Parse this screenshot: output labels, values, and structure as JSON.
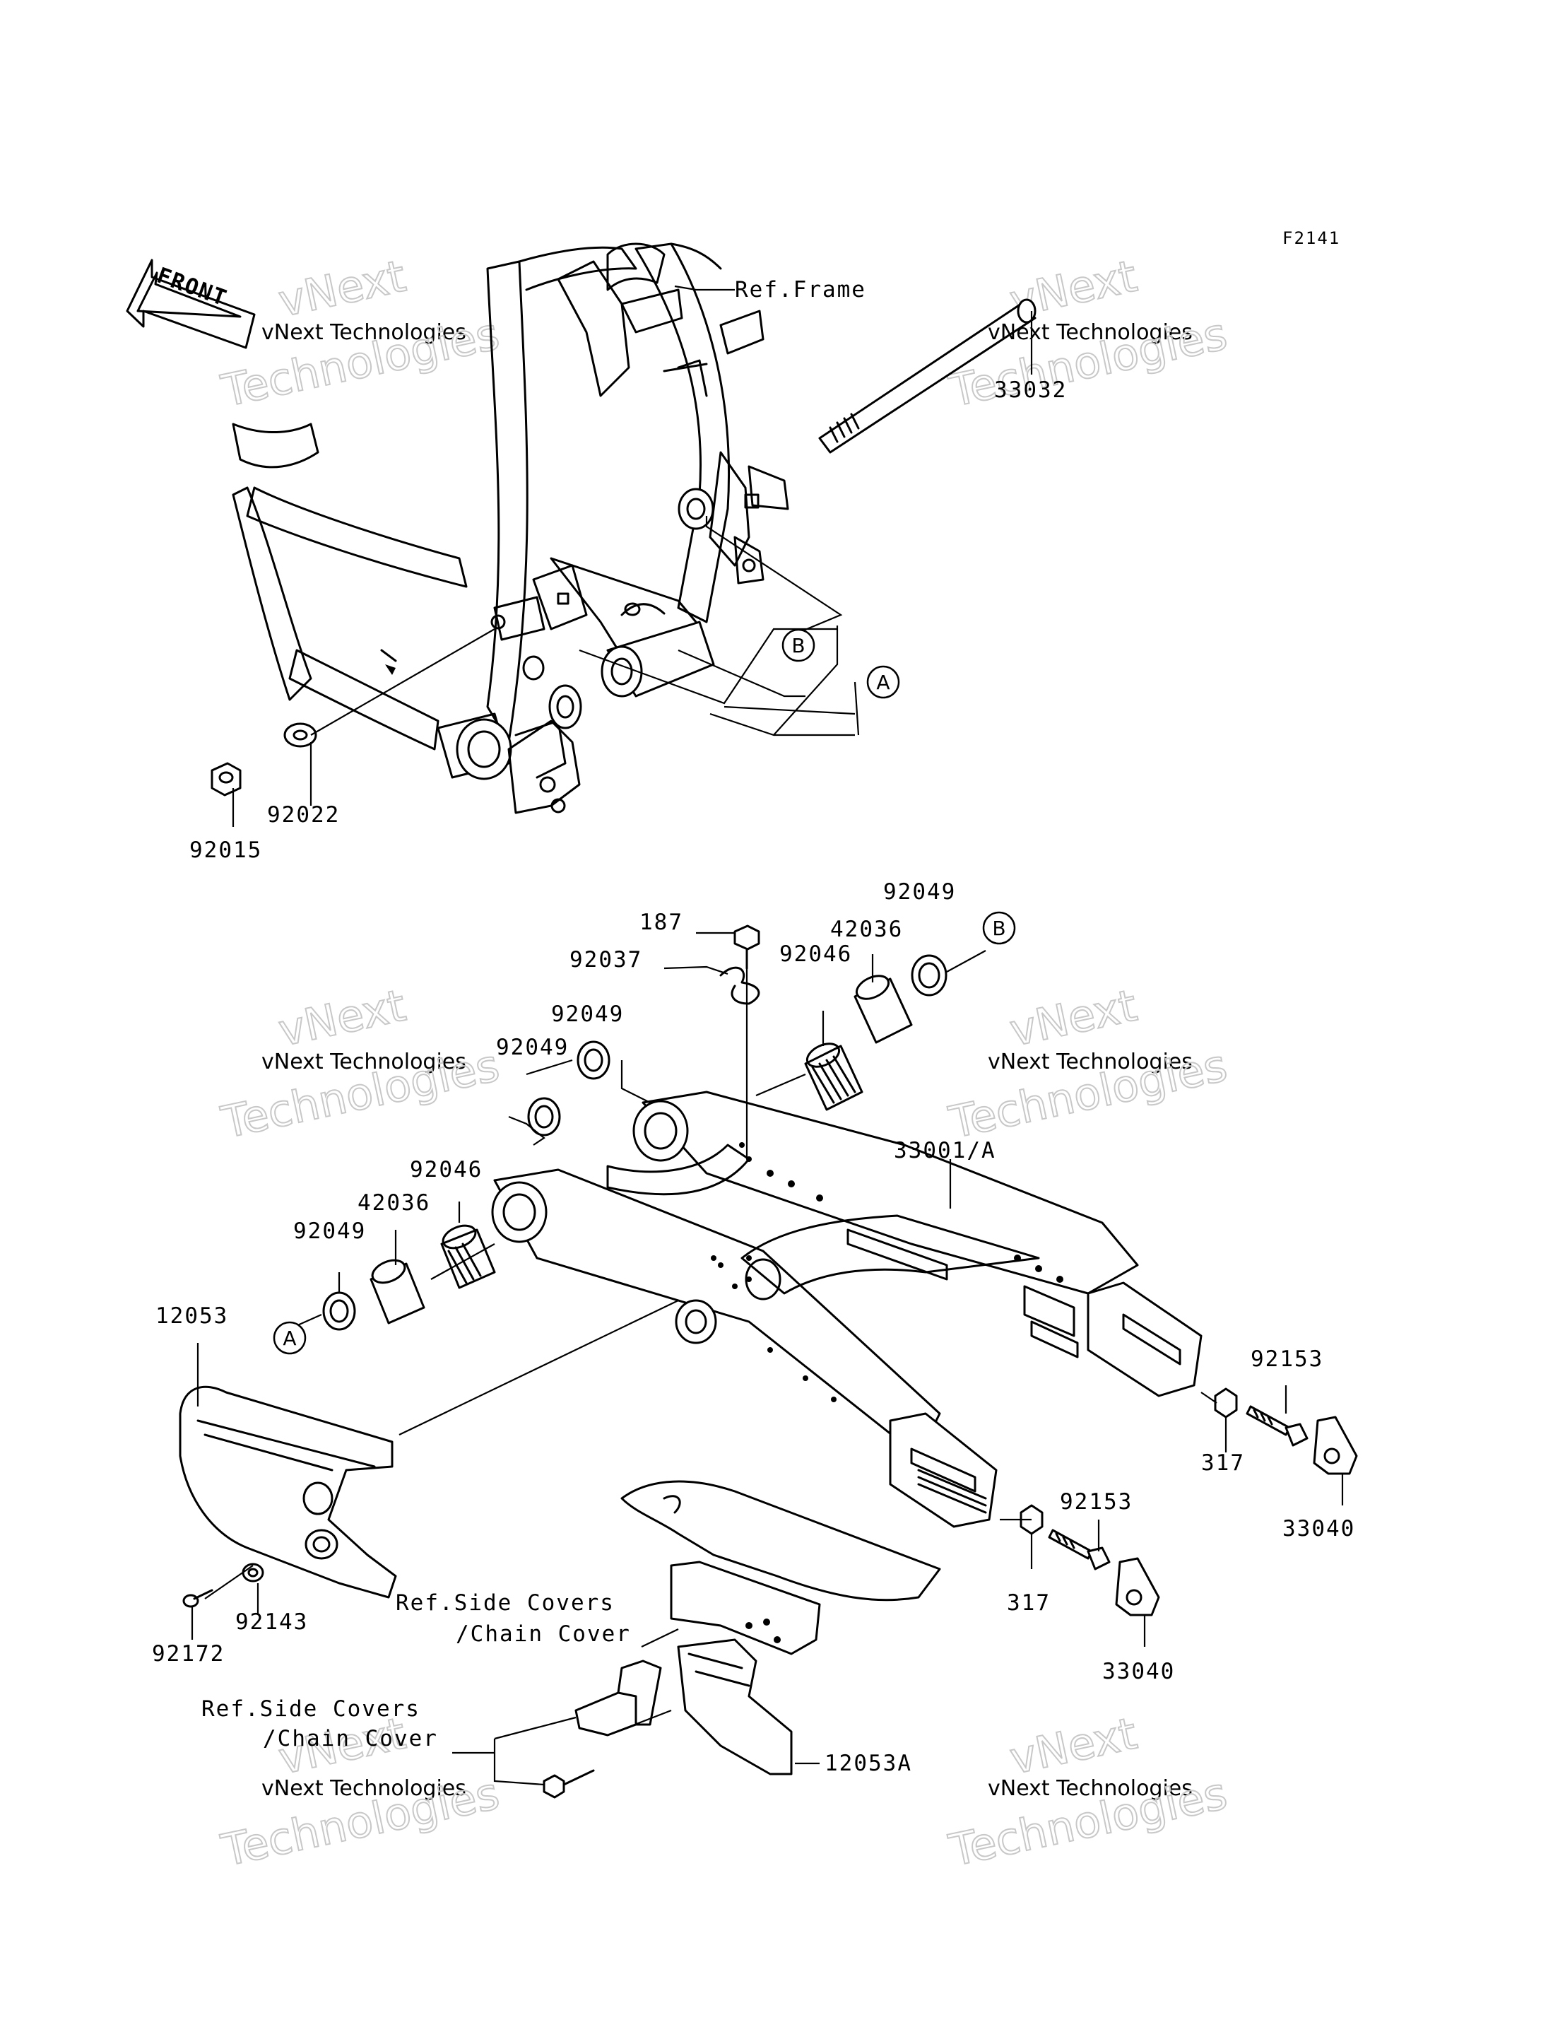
{
  "figure_id": "F2141",
  "front_arrow_label": "FRONT",
  "ref_labels": {
    "frame": "Ref.Frame",
    "side_covers_1_line1": "Ref.Side Covers",
    "side_covers_1_line2": "/Chain Cover",
    "side_covers_2_line1": "Ref.Side Covers",
    "side_covers_2_line2": "/Chain Cover"
  },
  "callouts": {
    "A": "A",
    "B": "B"
  },
  "parts": {
    "p33032": "33032",
    "p92022": "92022",
    "p92015": "92015",
    "p187": "187",
    "p92037": "92037",
    "p92049_top": "92049",
    "p42036_top": "42036",
    "p92046_top": "92046",
    "p92049_mid1": "92049",
    "p92049_mid2": "92049",
    "p33001A": "33001/A",
    "p92046_left": "92046",
    "p42036_left": "42036",
    "p92049_left": "92049",
    "p12053": "12053",
    "p92153_right": "92153",
    "p317_right": "317",
    "p33040_right": "33040",
    "p92153_mid": "92153",
    "p317_mid": "317",
    "p33040_mid": "33040",
    "p92143": "92143",
    "p92172": "92172",
    "p12053A": "12053A"
  },
  "watermark": {
    "line_top": "vNext",
    "line_mid": "vNext Technologies",
    "line_bottom": "Technologies"
  }
}
